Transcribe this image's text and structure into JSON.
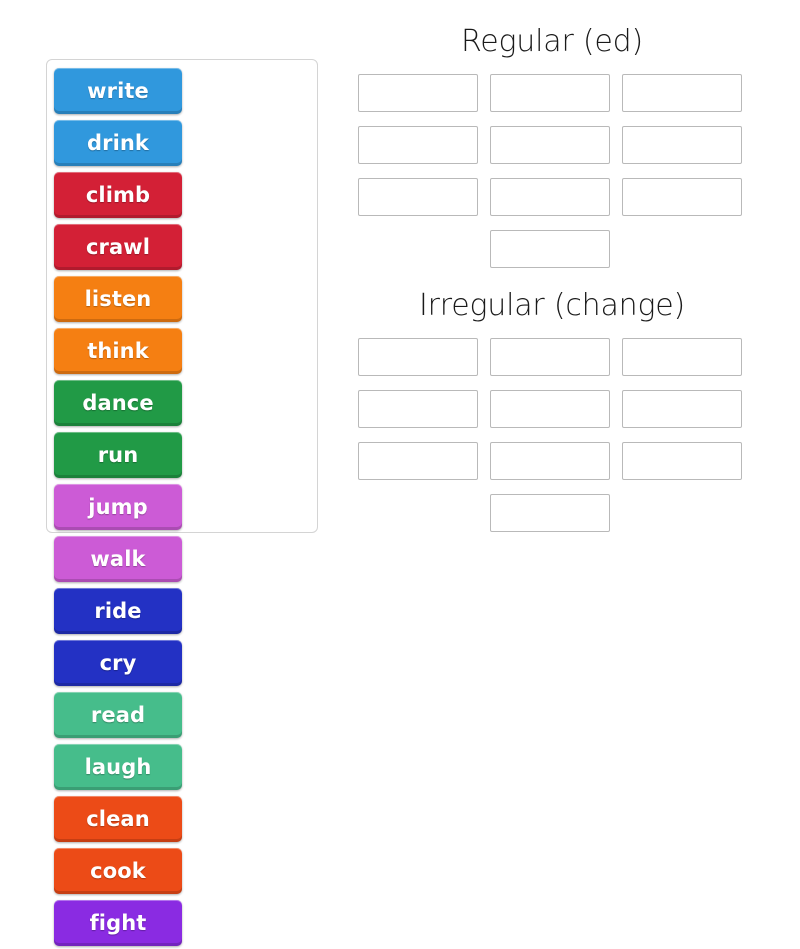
{
  "activity": {
    "type": "group-sort",
    "tile_pool": {
      "label": "draggable-word-tiles",
      "tiles": [
        {
          "word": "write",
          "color": "#3098dd"
        },
        {
          "word": "drink",
          "color": "#3098dd"
        },
        {
          "word": "climb",
          "color": "#d32036"
        },
        {
          "word": "crawl",
          "color": "#d32036"
        },
        {
          "word": "listen",
          "color": "#f57f12"
        },
        {
          "word": "think",
          "color": "#f57f12"
        },
        {
          "word": "dance",
          "color": "#219a46"
        },
        {
          "word": "run",
          "color": "#219a46"
        },
        {
          "word": "jump",
          "color": "#cc5bd6"
        },
        {
          "word": "walk",
          "color": "#cc5bd6"
        },
        {
          "word": "ride",
          "color": "#2331c4"
        },
        {
          "word": "cry",
          "color": "#2331c4"
        },
        {
          "word": "read",
          "color": "#46bd8b"
        },
        {
          "word": "laugh",
          "color": "#46bd8b"
        },
        {
          "word": "clean",
          "color": "#ec4b17"
        },
        {
          "word": "cook",
          "color": "#ec4b17"
        },
        {
          "word": "fight",
          "color": "#8a2be2"
        }
      ]
    },
    "categories": [
      {
        "title": "Regular (ed)",
        "dropzone_count": 10,
        "dropzones": [
          "",
          "",
          "",
          "",
          "",
          "",
          "",
          "",
          "",
          ""
        ]
      },
      {
        "title": "Irregular (change)",
        "dropzone_count": 10,
        "dropzones": [
          "",
          "",
          "",
          "",
          "",
          "",
          "",
          "",
          "",
          ""
        ]
      }
    ]
  },
  "colors": {
    "background": "#ffffff",
    "pool_border": "#d4d4d4",
    "dropzone_border": "#b9b9b9",
    "title_text": "#1a1a1a",
    "tile_text": "#ffffff"
  }
}
